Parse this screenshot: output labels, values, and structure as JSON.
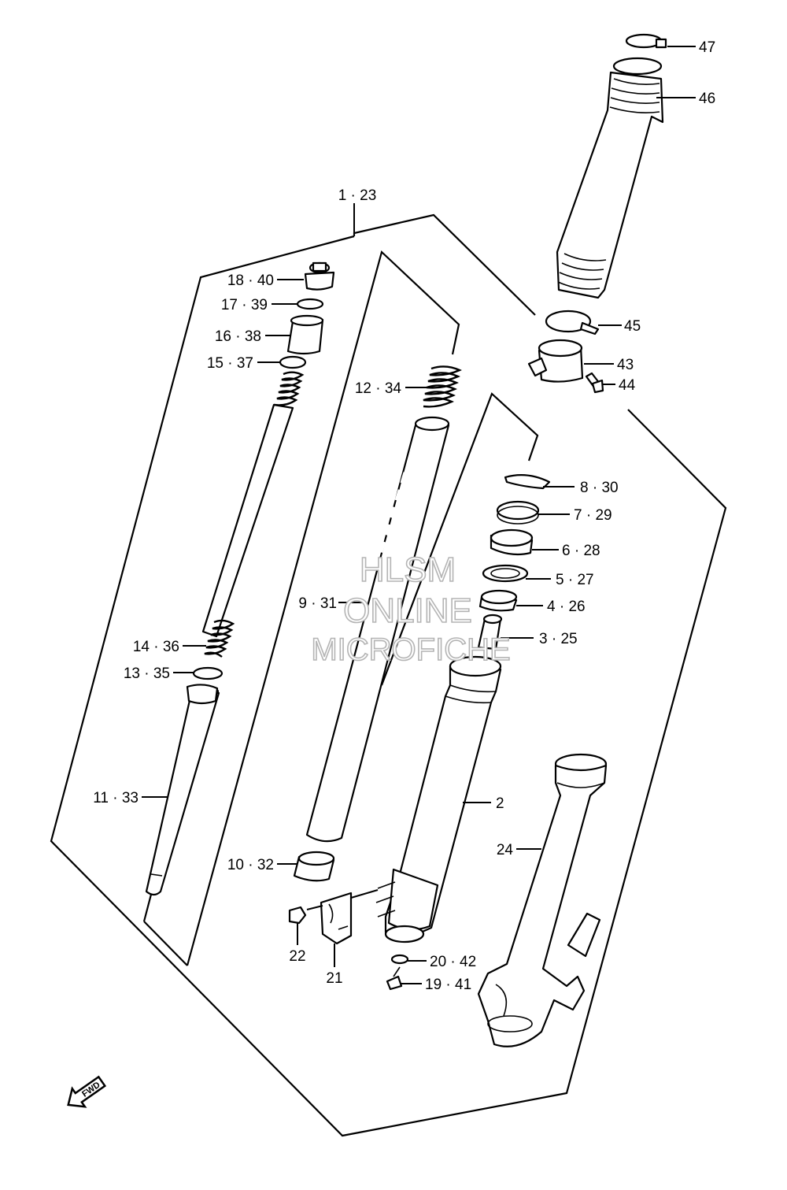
{
  "diagram": {
    "callouts": {
      "c1_23": "1 · 23",
      "c18_40": "18 · 40",
      "c17_39": "17 · 39",
      "c16_38": "16 · 38",
      "c15_37": "15 · 37",
      "c12_34": "12 · 34",
      "c14_36": "14 · 36",
      "c13_35": "13 · 35",
      "c11_33": "11 · 33",
      "c9_31": "9 · 31",
      "c10_32": "10 · 32",
      "c8_30": "8 · 30",
      "c7_29": "7 · 29",
      "c6_28": "6 · 28",
      "c5_27": "5 · 27",
      "c4_26": "4 · 26",
      "c3_25": "3 · 25",
      "c2": "2",
      "c24": "24",
      "c20_42": "20 · 42",
      "c19_41": "19 · 41",
      "c21": "21",
      "c22": "22",
      "c43": "43",
      "c44": "44",
      "c45": "45",
      "c46": "46",
      "c47": "47"
    },
    "watermark": {
      "line1": "HLSM",
      "line2": "ONLINE",
      "line3": "MICROFICHE"
    },
    "fwd_label": "FWD",
    "icon": "fwd-arrow-icon"
  }
}
